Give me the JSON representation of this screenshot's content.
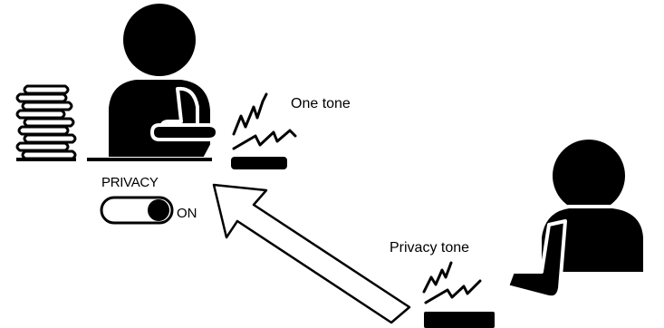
{
  "labels": {
    "one_tone": "One tone",
    "privacy_switch": "PRIVACY",
    "switch_state": "ON",
    "privacy_tone": "Privacy tone"
  },
  "colors": {
    "ink": "#000000",
    "paper": "#ffffff"
  },
  "figure": {
    "elements": [
      "document-stack",
      "seated-person",
      "telephone-handset",
      "privacy-switch",
      "arrow",
      "remote-person",
      "remote-handset"
    ],
    "privacy_switch_state": "on"
  }
}
